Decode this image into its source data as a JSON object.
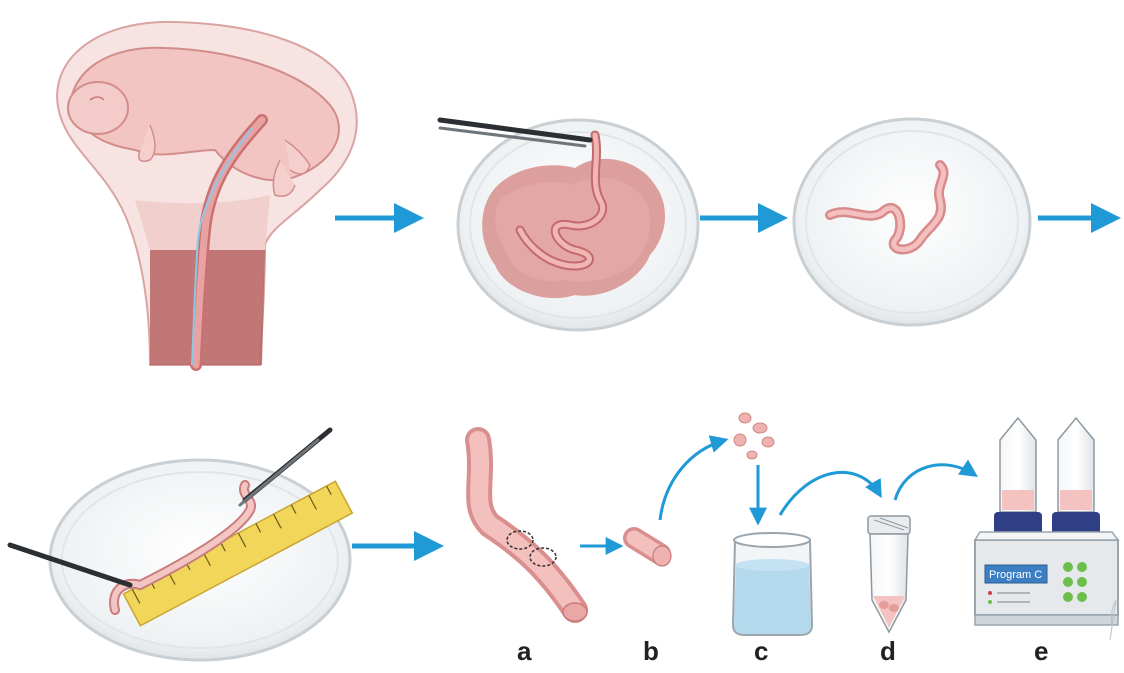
{
  "colors": {
    "arrow": "#1f9ad6",
    "tissue": "#e9a2a2",
    "tissue_dark": "#c9706f",
    "dish_rim": "#cfd3d6",
    "medium": "#a9d3ea",
    "ruler": "#f2d65a",
    "device": "#e6e9ec",
    "device_screen": "#3b7fc2",
    "device_button": "#6cbf4a",
    "tube_cap": "#2e3f86"
  },
  "icons": {
    "step1": "fetal-placenta-umbilical-cord",
    "step2": "cord-dissection-petri-dish",
    "step3": "isolated-cord-in-dish",
    "step4": "cord-measured-with-ruler",
    "step_a": "cord-segment-cut",
    "step_b": "cord-piece",
    "step_c": "beaker-with-medium",
    "step_d": "conical-tube",
    "step_e": "dissociator-machine"
  },
  "labels": {
    "a": "a",
    "b": "b",
    "c": "c",
    "d": "d",
    "e": "e"
  },
  "device": {
    "screen_text": "Program C"
  }
}
